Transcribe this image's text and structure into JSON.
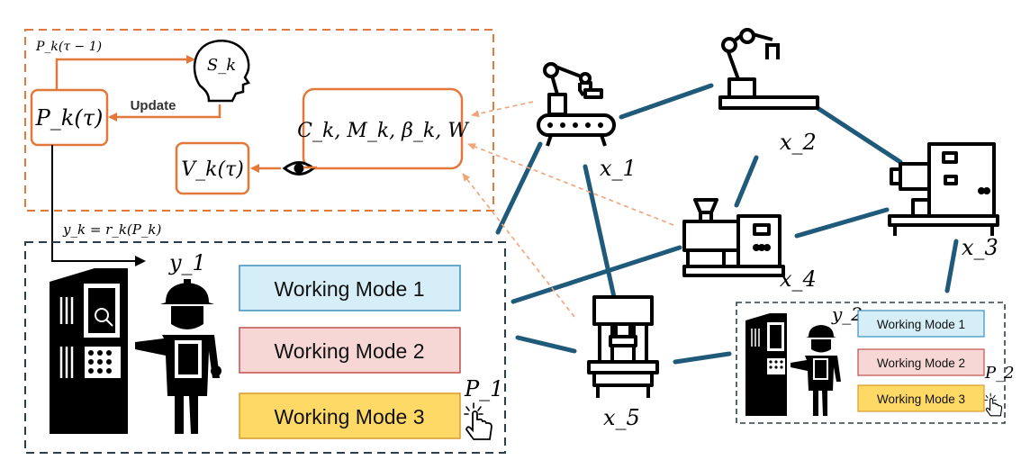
{
  "colors": {
    "orange": "#E2783A",
    "edge_blue": "#1F5A7A",
    "frame_dark": "#2E3D4A",
    "mode1_fill": "#D6EEF8",
    "mode1_border": "#3C8FC0",
    "mode2_fill": "#F7D7D5",
    "mode2_border": "#C0504D",
    "mode3_fill": "#FFD966",
    "mode3_border": "#D99A2B"
  },
  "icons": {
    "thinking_head": "head-silhouette-icon",
    "eye": "eye-icon",
    "click_hand": "click-hand-icon",
    "operator": "operator-at-machine-icon",
    "machine_x1": "robot-arm-conveyor-icon",
    "machine_x2": "robot-arm-icon",
    "machine_x3": "injection-machine-icon",
    "machine_x4": "extruder-machine-icon",
    "machine_x5": "press-machine-icon"
  },
  "labels": {
    "p_prev": "P_k(τ − 1)",
    "state": "S_k",
    "update": "Update",
    "policy": "P_k(τ)",
    "value": "V_k(τ)",
    "observation": "C_k, M_k, β_k, W",
    "response": "y_k = r_k(P_k)",
    "y1": "y_1",
    "y2": "y_2",
    "p1": "P_1",
    "p2": "P_2",
    "x1": "x_1",
    "x2": "x_2",
    "x3": "x_3",
    "x4": "x_4",
    "x5": "x_5"
  },
  "panel_main": {
    "modes": [
      "Working Mode 1",
      "Working Mode 2",
      "Working Mode 3"
    ]
  },
  "panel_small": {
    "modes": [
      "Working Mode 1",
      "Working Mode 2",
      "Working Mode 3"
    ]
  }
}
